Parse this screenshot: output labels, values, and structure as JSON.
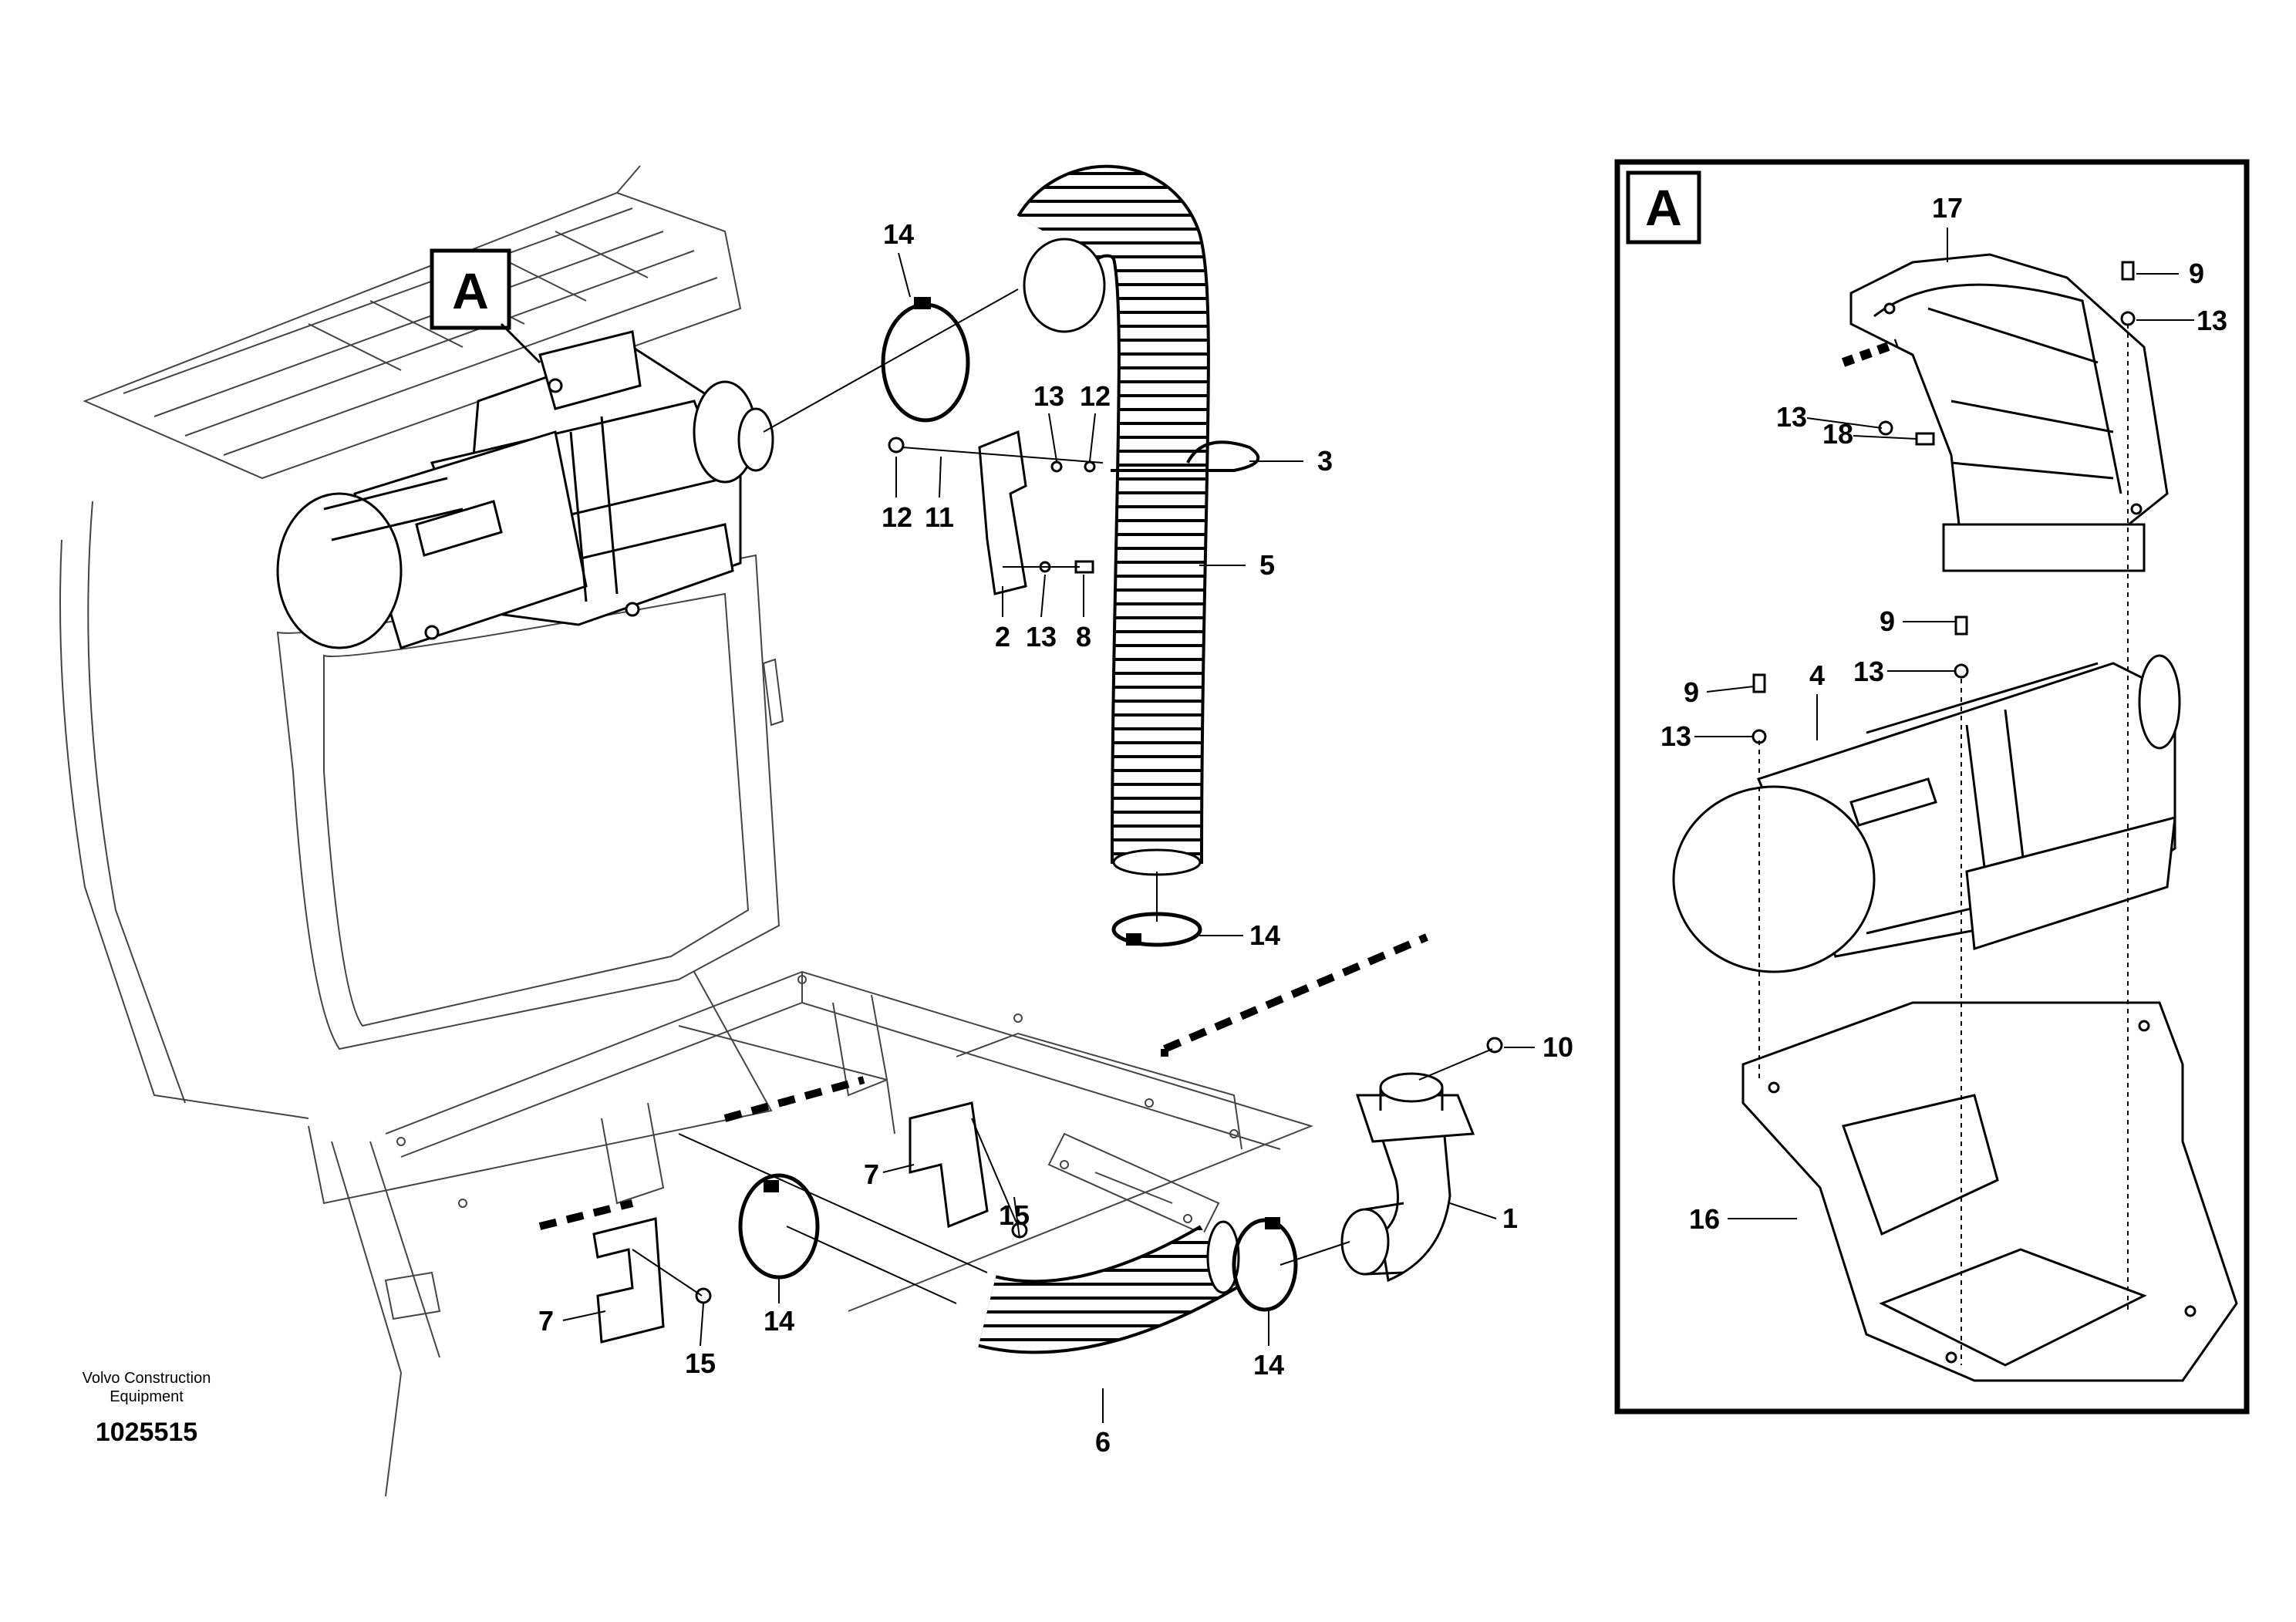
{
  "diagram": {
    "box_label_main": "A",
    "box_label_detail": "A",
    "callouts": [
      "14",
      "13",
      "12",
      "12",
      "11",
      "3",
      "5",
      "2",
      "13",
      "8",
      "14",
      "10",
      "1",
      "7",
      "15",
      "7",
      "14",
      "15",
      "6",
      "14",
      "17",
      "9",
      "13",
      "13",
      "18",
      "9",
      "13",
      "9",
      "4",
      "13",
      "16"
    ],
    "credit_line1": "Volvo Construction",
    "credit_line2": "Equipment",
    "doc_number": "1025515"
  }
}
